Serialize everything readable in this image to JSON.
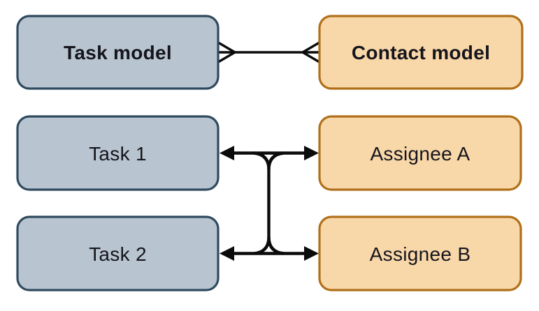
{
  "diagram": {
    "kind": "entity-relationship-diagram",
    "colors": {
      "background": "#ffffff",
      "blue_fill": "#b8c5d0",
      "blue_border": "#2f4a5e",
      "orange_fill": "#f8d7a8",
      "orange_border": "#b0701a",
      "line": "#0b0b0b",
      "text": "#15151c"
    },
    "nodes": {
      "task_model": {
        "label": "Task model",
        "style": "blue",
        "emphasis": "bold"
      },
      "contact_model": {
        "label": "Contact model",
        "style": "orange",
        "emphasis": "bold"
      },
      "task_1": {
        "label": "Task 1",
        "style": "blue",
        "emphasis": "regular"
      },
      "assignee_a": {
        "label": "Assignee A",
        "style": "orange",
        "emphasis": "regular"
      },
      "task_2": {
        "label": "Task 2",
        "style": "blue",
        "emphasis": "regular"
      },
      "assignee_b": {
        "label": "Assignee B",
        "style": "orange",
        "emphasis": "regular"
      }
    },
    "edges": {
      "model_link": {
        "from": "Task model",
        "to": "Contact model",
        "cardinality": "many-to-many",
        "notation": "crow's-foot"
      },
      "record_links": {
        "description": "Task 1 and Task 2 are joined to Assignee A and Assignee B by double-headed arrows sharing a vertical connector"
      }
    }
  }
}
